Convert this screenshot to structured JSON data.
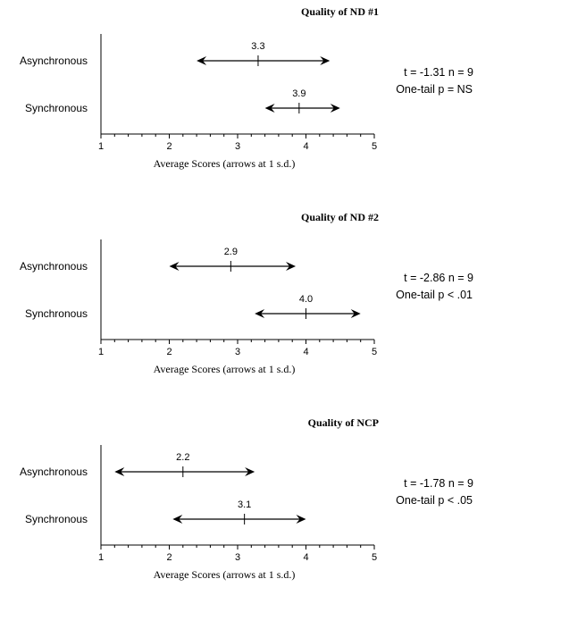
{
  "chart_data": [
    {
      "type": "error-bar",
      "title": "Quality of ND #1",
      "xlabel": "Average Scores (arrows at 1 s.d.)",
      "xlim": [
        1,
        5
      ],
      "xticks": [
        "1",
        "2",
        "3",
        "4",
        "5"
      ],
      "categories": [
        "Asynchronous",
        "Synchronous"
      ],
      "means": [
        3.3,
        3.9
      ],
      "mean_labels": [
        "3.3",
        "3.9"
      ],
      "low": [
        2.4,
        3.4
      ],
      "high": [
        4.35,
        4.5
      ],
      "stats": {
        "line1": "t = -1.31     n = 9",
        "line2": "One-tail p = NS"
      }
    },
    {
      "type": "error-bar",
      "title": "Quality of ND #2",
      "xlabel": "Average Scores (arrows at 1 s.d.)",
      "xlim": [
        1,
        5
      ],
      "xticks": [
        "1",
        "2",
        "3",
        "4",
        "5"
      ],
      "categories": [
        "Asynchronous",
        "Synchronous"
      ],
      "means": [
        2.9,
        4.0
      ],
      "mean_labels": [
        "2.9",
        "4.0"
      ],
      "low": [
        2.0,
        3.25
      ],
      "high": [
        3.85,
        4.8
      ],
      "stats": {
        "line1": "t = -2.86     n = 9",
        "line2": "One-tail p < .01"
      }
    },
    {
      "type": "error-bar",
      "title": "Quality of NCP",
      "xlabel": "Average Scores (arrows at 1 s.d.)",
      "xlim": [
        1,
        5
      ],
      "xticks": [
        "1",
        "2",
        "3",
        "4",
        "5"
      ],
      "categories": [
        "Asynchronous",
        "Synchronous"
      ],
      "means": [
        2.2,
        3.1
      ],
      "mean_labels": [
        "2.2",
        "3.1"
      ],
      "low": [
        1.2,
        2.05
      ],
      "high": [
        3.25,
        4.0
      ],
      "stats": {
        "line1": "t = -1.78     n = 9",
        "line2": "One-tail p < .05"
      }
    }
  ]
}
